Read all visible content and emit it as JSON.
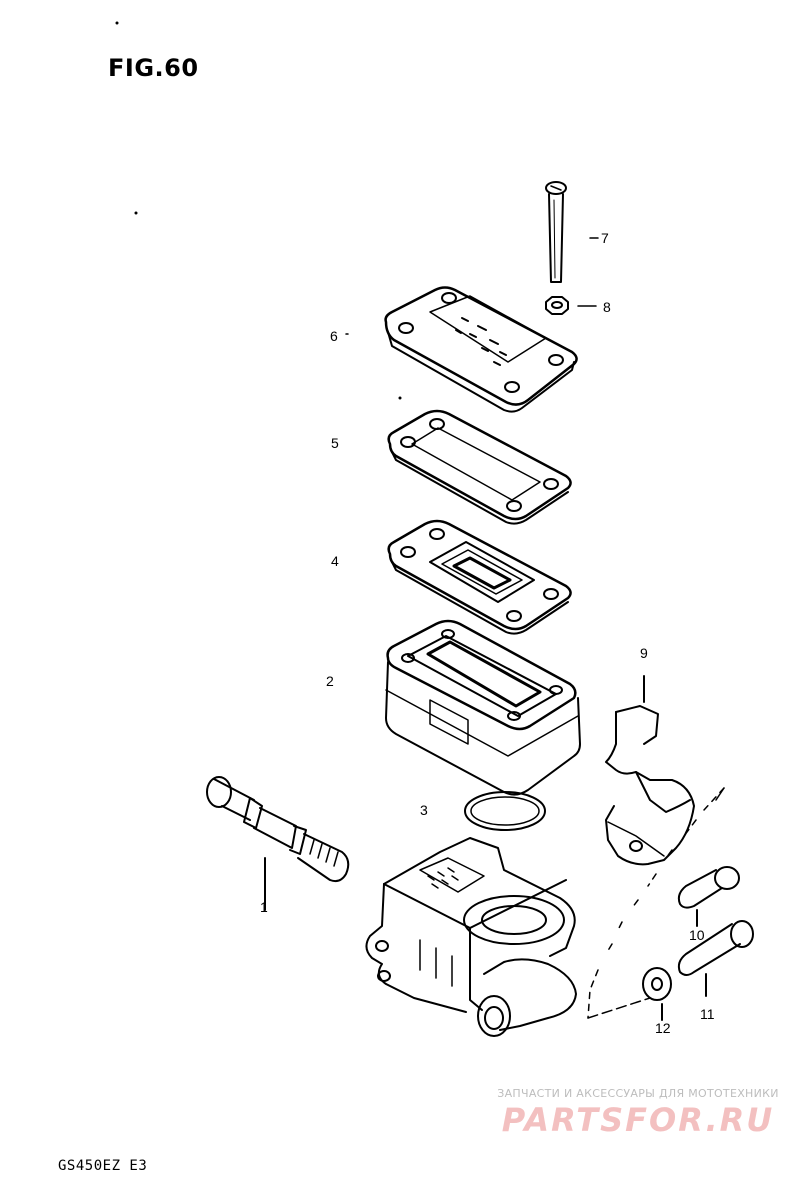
{
  "figure": {
    "title": "FIG.60",
    "model_code": "GS450EZ E3"
  },
  "callouts": [
    {
      "id": "c7",
      "label": "7"
    },
    {
      "id": "c8",
      "label": "8"
    },
    {
      "id": "c6",
      "label": "6"
    },
    {
      "id": "c5",
      "label": "5"
    },
    {
      "id": "c4",
      "label": "4"
    },
    {
      "id": "c2",
      "label": "2"
    },
    {
      "id": "c9",
      "label": "9"
    },
    {
      "id": "c3",
      "label": "3"
    },
    {
      "id": "c1",
      "label": "1"
    },
    {
      "id": "c10",
      "label": "10"
    },
    {
      "id": "c11",
      "label": "11"
    },
    {
      "id": "c12",
      "label": "12"
    }
  ],
  "watermark": {
    "line1": "ЗАПЧАСТИ И АКСЕССУАРЫ ДЛЯ МОТОТЕХНИКИ",
    "line2": "PARTSFOR.RU",
    "color": "#f3c0c0"
  }
}
